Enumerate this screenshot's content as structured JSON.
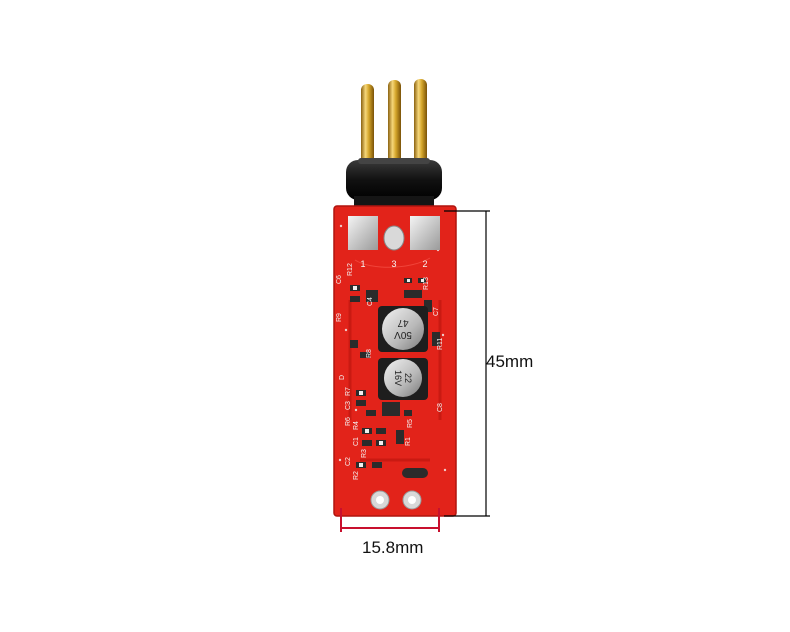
{
  "dimensions": {
    "height_label": "45mm",
    "width_label": "15.8mm"
  },
  "board": {
    "pin_labels": [
      "1",
      "3",
      "2"
    ],
    "silkscreen": [
      "C6",
      "R12",
      "R13",
      "C4",
      "R9",
      "C7",
      "R8",
      "R11",
      "D",
      "C3",
      "R7",
      "C8",
      "R6",
      "R4",
      "R5",
      "C1",
      "R1",
      "R3",
      "C2",
      "R2"
    ],
    "capacitor_top": [
      "47",
      "50V"
    ],
    "capacitor_bottom": [
      "22",
      "16V"
    ]
  },
  "colors": {
    "pcb": "#e2231a",
    "gold": "#d4a52a",
    "connector": "#1a1a1a",
    "dimension_line": "#c8102e"
  }
}
